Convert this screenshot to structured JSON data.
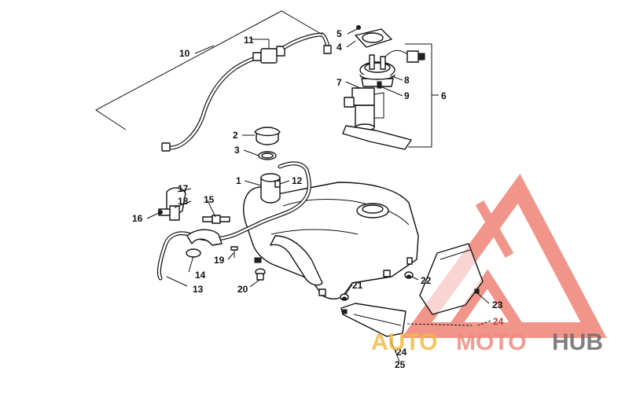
{
  "diagram": {
    "callouts": [
      {
        "id": "1",
        "text": "1"
      },
      {
        "id": "2",
        "text": "2"
      },
      {
        "id": "3",
        "text": "3"
      },
      {
        "id": "4",
        "text": "4"
      },
      {
        "id": "5",
        "text": "5"
      },
      {
        "id": "6",
        "text": "6"
      },
      {
        "id": "7",
        "text": "7"
      },
      {
        "id": "8",
        "text": "8"
      },
      {
        "id": "9",
        "text": "9"
      },
      {
        "id": "10",
        "text": "10"
      },
      {
        "id": "11",
        "text": "11"
      },
      {
        "id": "12",
        "text": "12"
      },
      {
        "id": "13",
        "text": "13"
      },
      {
        "id": "14",
        "text": "14"
      },
      {
        "id": "15",
        "text": "15"
      },
      {
        "id": "16",
        "text": "16"
      },
      {
        "id": "17",
        "text": "17"
      },
      {
        "id": "18",
        "text": "18"
      },
      {
        "id": "19",
        "text": "19"
      },
      {
        "id": "20",
        "text": "20"
      },
      {
        "id": "21",
        "text": "21"
      },
      {
        "id": "22",
        "text": "22"
      },
      {
        "id": "23",
        "text": "23"
      },
      {
        "id": "24a",
        "text": "24"
      },
      {
        "id": "24b",
        "text": "24"
      },
      {
        "id": "25",
        "text": "25"
      }
    ]
  },
  "watermark": {
    "part1": "AUTO",
    "part2": "MOTO",
    "part3": "HUB",
    "colors": {
      "primary": "#f08a7e",
      "accent": "#f5b942",
      "dark": "#6b6b6b"
    }
  }
}
